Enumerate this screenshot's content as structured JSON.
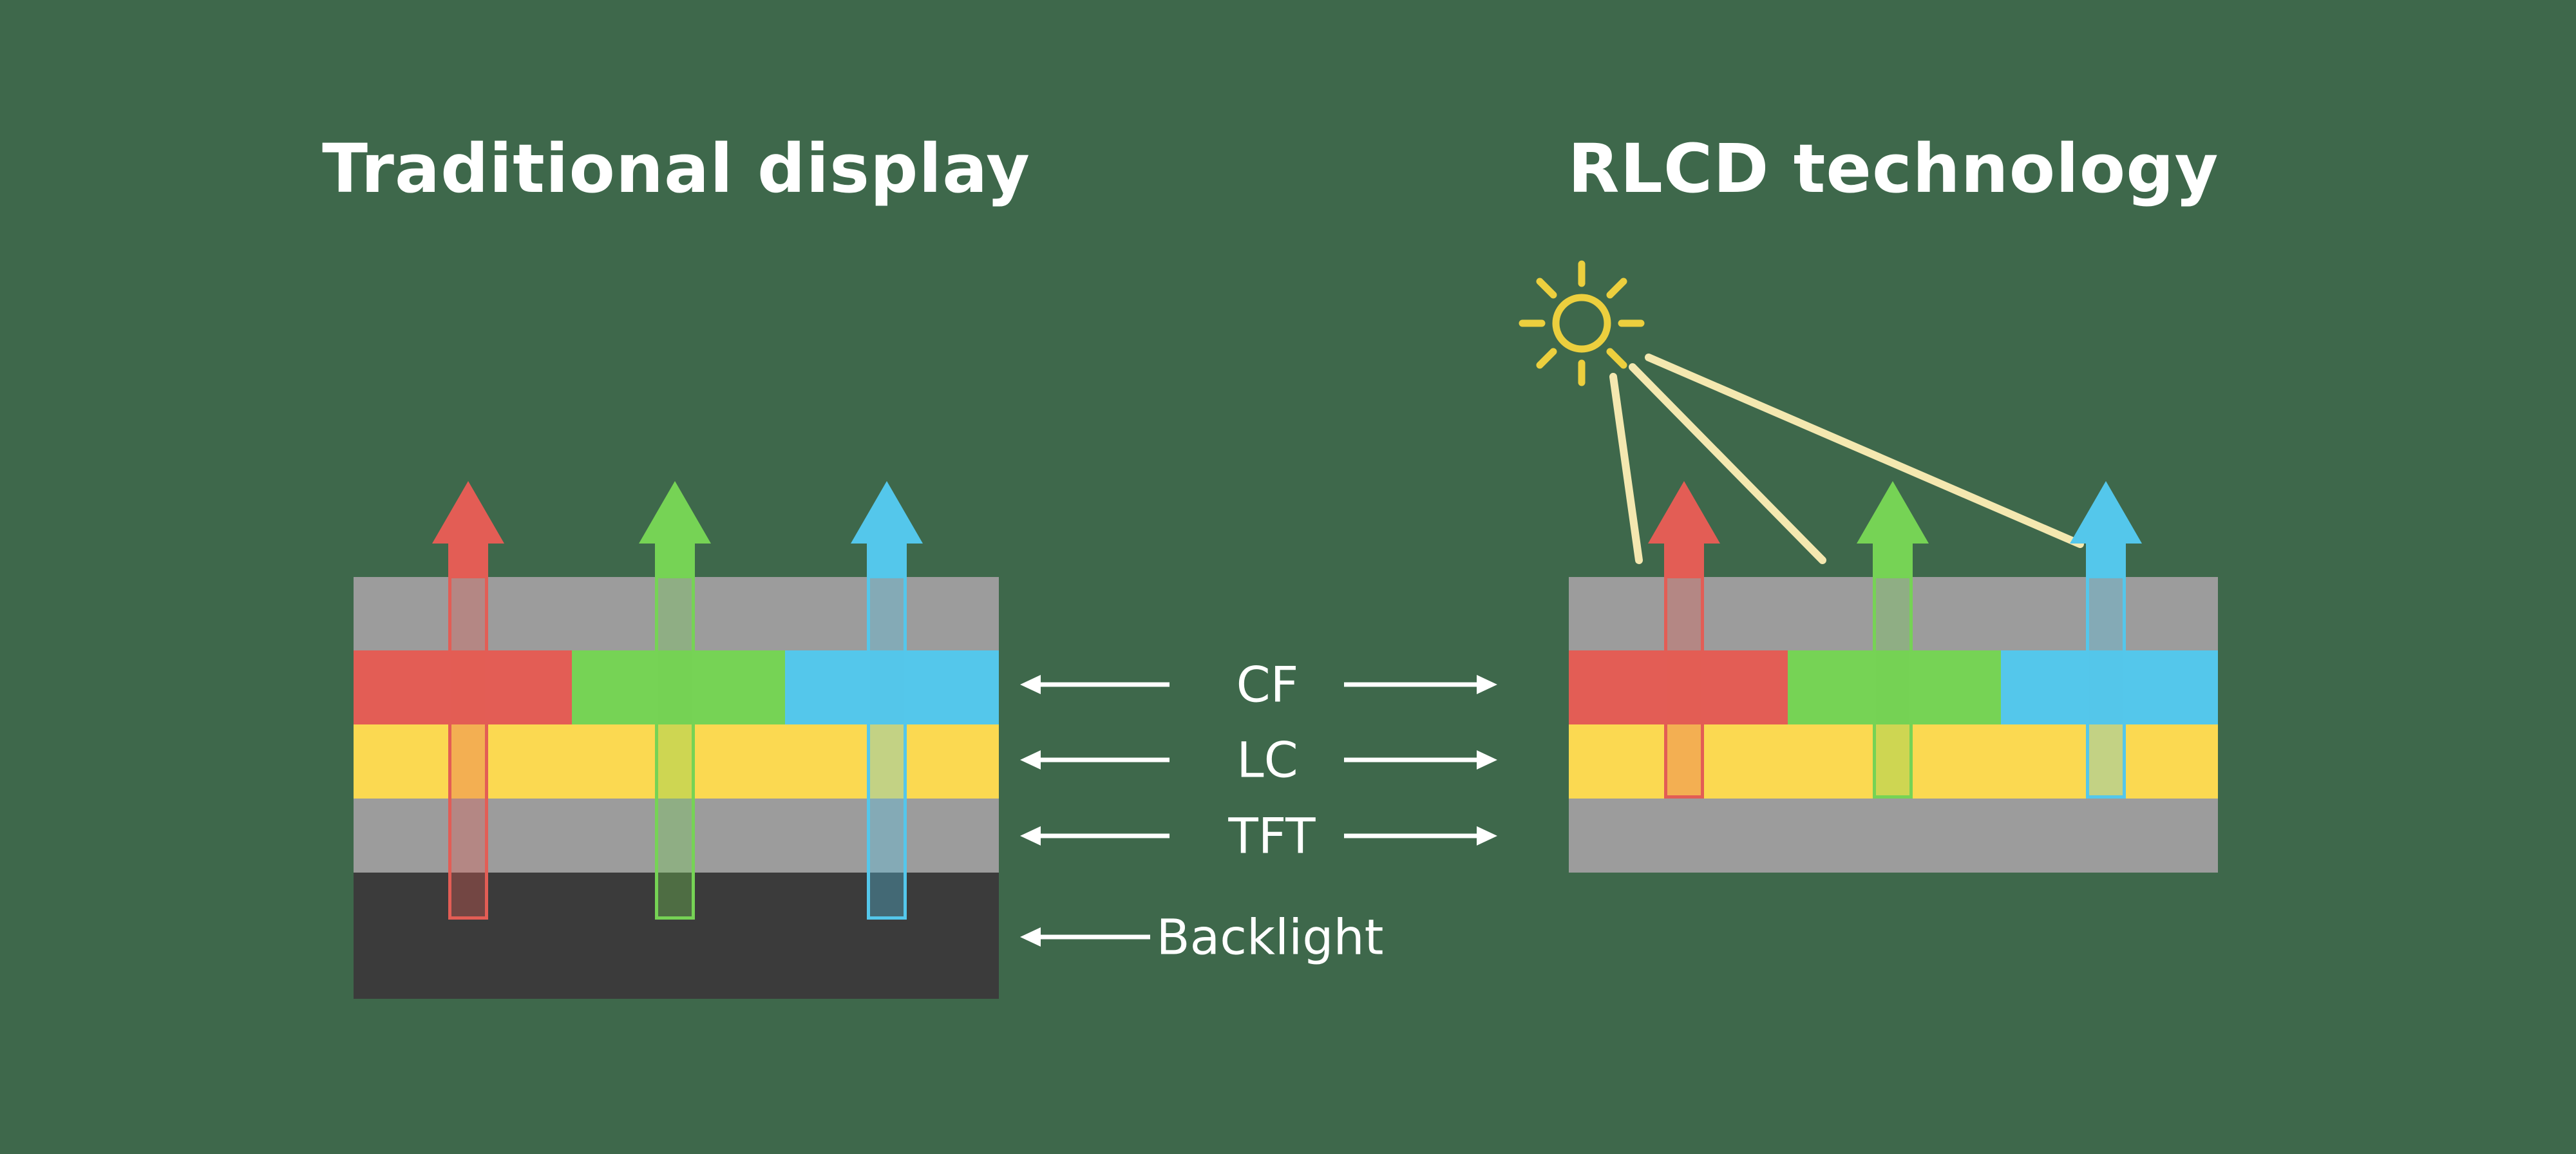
{
  "titles": {
    "left": "Traditional display",
    "right": "RLCD technology"
  },
  "annotations": {
    "cf": "CF",
    "lc": "LC",
    "tft": "TFT",
    "backlight": "Backlight"
  },
  "colors": {
    "bg": "#3e684b",
    "layer-gray": "#9c9c9c",
    "backlight-dark": "#3b3b3b",
    "red": "#e35d55",
    "red-t": "#e35d5555",
    "green": "#76d355",
    "green-t": "#76d35555",
    "cyan": "#54c7eb",
    "cyan-t": "#54c7eb55",
    "lc-yellow": "#fbd951",
    "beam": "#f4e8b0",
    "sun": "#eccf3e",
    "label-white": "#ffffff"
  }
}
